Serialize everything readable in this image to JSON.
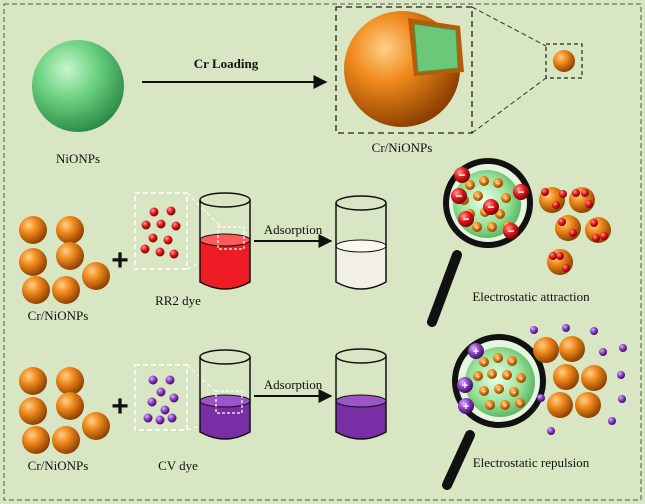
{
  "labels": {
    "nionps": "NiONPs",
    "cr_loading": "Cr Loading",
    "cr_nionps_top": "Cr/NiONPs",
    "cr_nionps_row2": "Cr/NiONPs",
    "rr2_dye": "RR2 dye",
    "adsorption_row2": "Adsorption",
    "electrostatic_attraction": "Electrostatic attraction",
    "cr_nionps_row3": "Cr/NiONPs",
    "cv_dye": "CV dye",
    "adsorption_row3": "Adsorption",
    "electrostatic_repulsion": "Electrostatic repulsion",
    "plus_sign": "+",
    "minus_sign": "−"
  },
  "colors": {
    "background": "#d8e6c4",
    "nio_green": "#6ed382",
    "cr_orange": "#e07a12",
    "rr2_red": "#ee1c24",
    "cv_purple": "#7a2ea6",
    "adsorbed_white": "#f1efe6",
    "lens_rim": "#111111"
  }
}
